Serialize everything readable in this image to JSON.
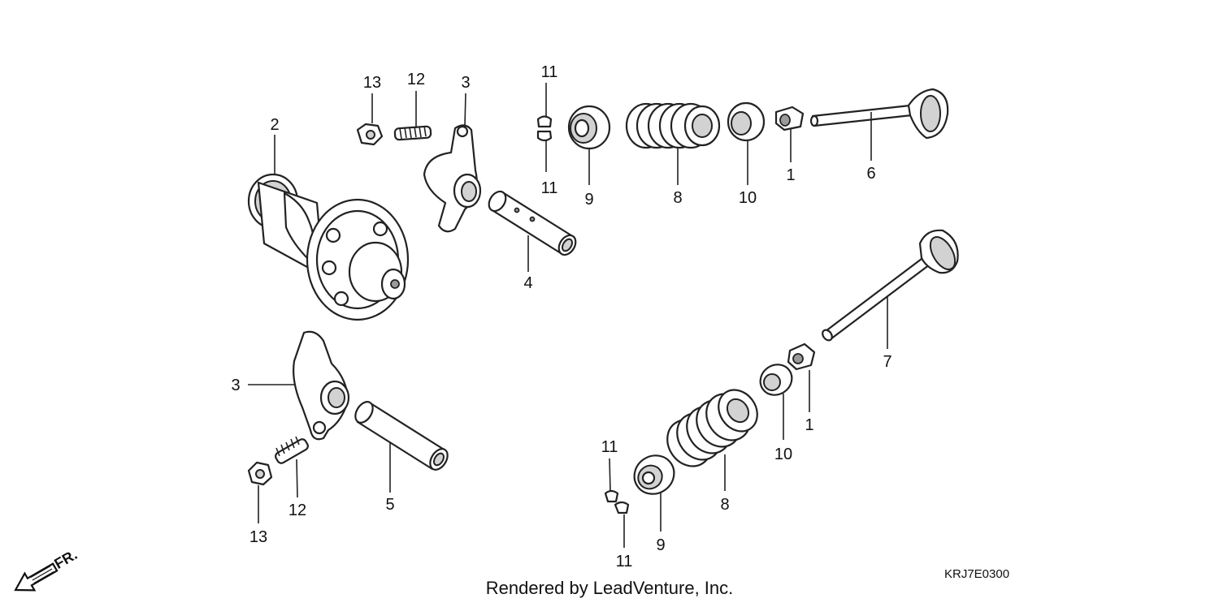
{
  "diagram": {
    "callouts": {
      "c13a": "13",
      "c12a": "12",
      "c3a": "3",
      "c2": "2",
      "c11a": "11",
      "c11b": "11",
      "c9a": "9",
      "c8a": "8",
      "c10a": "10",
      "c1a": "1",
      "c6": "6",
      "c4": "4",
      "c7": "7",
      "c3b": "3",
      "c12b": "12",
      "c13b": "13",
      "c5": "5",
      "c11c": "11",
      "c11d": "11",
      "c9b": "9",
      "c8b": "8",
      "c10b": "10",
      "c1b": "1"
    },
    "diagram_code": "KRJ7E0300",
    "credit": "Rendered by LeadVenture, Inc.",
    "front_indicator": "FR."
  }
}
